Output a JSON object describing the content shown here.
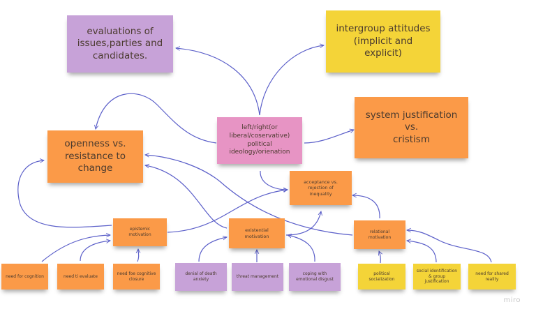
{
  "board": {
    "watermark": "miro",
    "connector_color": "#5b5fc9"
  },
  "notes": {
    "evaluations": "evaluations of\nissues,parties and\ncandidates.",
    "intergroup": "intergroup attitudes\n(implicit and\nexplicit)",
    "ideology": "left/right(or\nliberal/coservative)\npolitical\nideology/orienation",
    "system_justification": "system justification\nvs.\ncristism",
    "openness": "openness vs.\nresistance to\nchange",
    "acceptance": "acceptance vs.\nrejection of\ninequality",
    "epistemic": "epistemic\nmotivation",
    "existential": "existential\nmotivation",
    "relational": "relational\nmotivation",
    "need_cognition": "need for cognition",
    "need_evaluate": "need ti evaluate",
    "need_closure": "need foe cognitive\nclosure",
    "denial_death": "denial of death\nanxiety",
    "threat_management": "threat management",
    "coping_disgust": "coping with\nemotional disgust",
    "political_socialization": "political\nsocialization",
    "social_identification": "social identification\n& group justification",
    "shared_reality": "need for shared\nreality"
  },
  "colors": {
    "purple": "#c7a2d8",
    "yellow": "#f4d438",
    "orange": "#fb9a48",
    "pink": "#e794c4"
  }
}
